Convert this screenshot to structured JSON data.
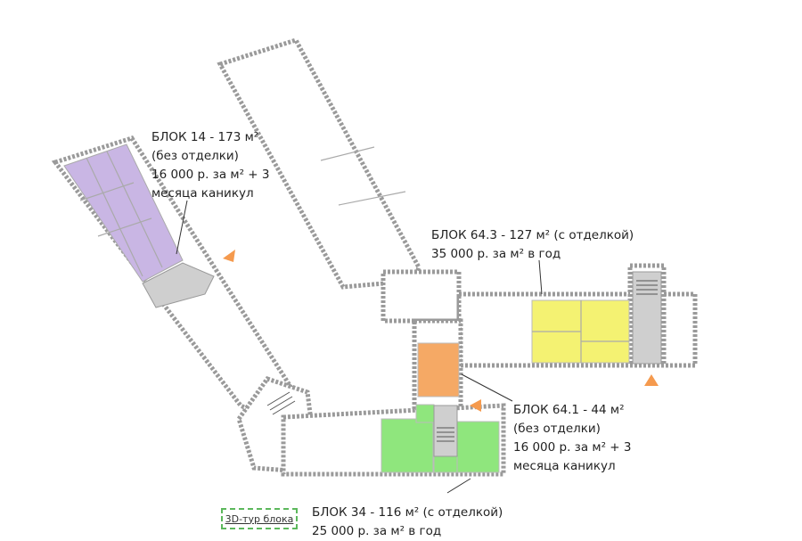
{
  "blocks": [
    {
      "id": "14",
      "lines": [
        "БЛОК 14 - 173 м²",
        "(без отделки)",
        "16 000 р. за м² + 3",
        "месяца каникул"
      ],
      "color": "#c9b6e4"
    },
    {
      "id": "64.3",
      "lines": [
        "БЛОК 64.3 - 127 м² (с отделкой)",
        "35 000 р. за м² в год"
      ],
      "color": "#f4f272"
    },
    {
      "id": "64.1",
      "lines": [
        "БЛОК 64.1 - 44 м²",
        "(без отделки)",
        "16 000 р. за м² + 3",
        "месяца каникул"
      ],
      "color": "#f5a965"
    },
    {
      "id": "34",
      "lines": [
        "БЛОК 34 - 116 м² (с отделкой)",
        "25 000 р. за м² в год"
      ],
      "color": "#8fe67d"
    }
  ],
  "tour_button": {
    "label": "3D-тур блока",
    "color": "#5cb85c"
  },
  "colors": {
    "stairs": "#cfcfcf",
    "marker": "#f59a4e",
    "wall": "#9a9a9a"
  },
  "icons": [
    "entrance-marker-icon",
    "stairs-icon"
  ]
}
